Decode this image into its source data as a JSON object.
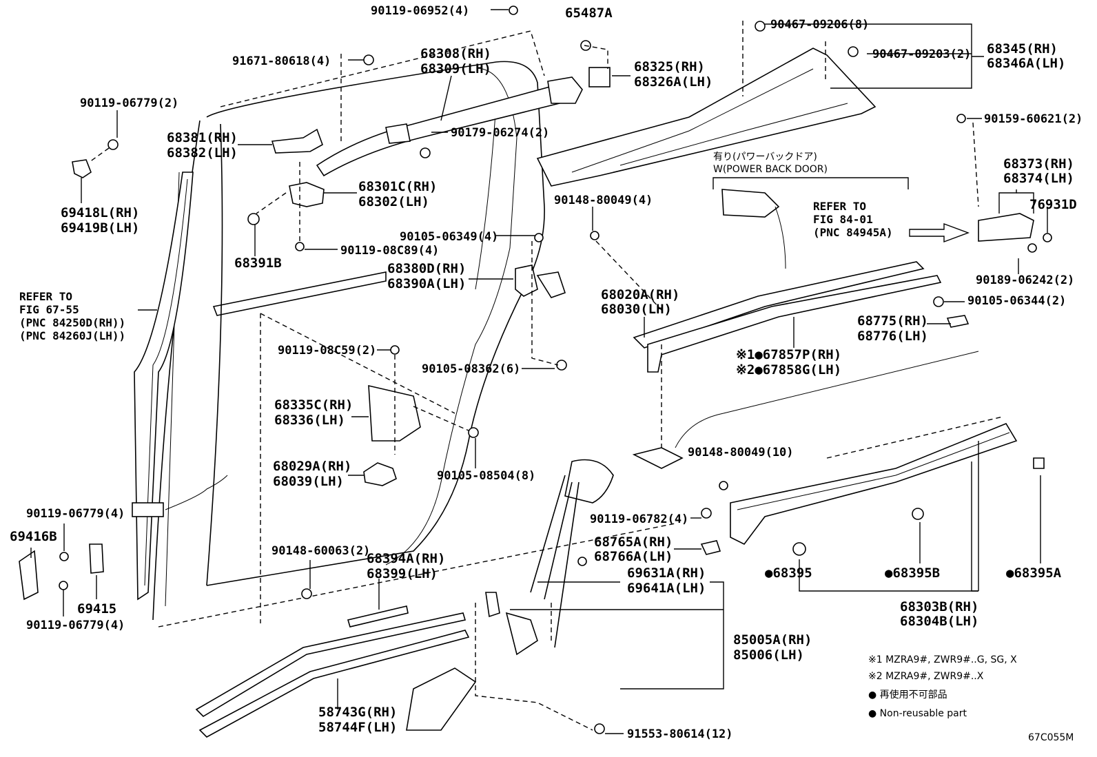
{
  "labels": {
    "p1": "90119-06952(4)",
    "p2": "65487A",
    "p3": "90467-09206(8)",
    "p4": "91671-80618(4)",
    "p5a": "68308(RH)",
    "p5b": "68309(LH)",
    "p6a": "68325(RH)",
    "p6b": "68326A(LH)",
    "p7": "90467-09203(2)",
    "p8a": "68345(RH)",
    "p8b": "68346A(LH)",
    "p9": "90119-06779(2)",
    "p10": "90159-60621(2)",
    "p11a": "68381(RH)",
    "p11b": "68382(LH)",
    "p12": "90179-06274(2)",
    "p13a": "有り(パワーバックドア)",
    "p13b": "W(POWER BACK DOOR)",
    "p14a": "68373(RH)",
    "p14b": "68374(LH)",
    "p15a": "68301C(RH)",
    "p15b": "68302(LH)",
    "p16a": "69418L(RH)",
    "p16b": "69419B(LH)",
    "p17": "90148-80049(4)",
    "p18a": "REFER TO",
    "p18b": "FIG 84-01",
    "p18c": "(PNC 84945A)",
    "p19": "76931D",
    "p20": "68391B",
    "p21": "90105-06349(4)",
    "p22": "90119-08C89(4)",
    "p23a": "68380D(RH)",
    "p23b": "68390A(LH)",
    "p24": "90189-06242(2)",
    "p25a": "REFER TO",
    "p25b": "FIG 67-55",
    "p25c": "(PNC 84250D(RH))",
    "p25d": "(PNC 84260J(LH))",
    "p26a": "68020A(RH)",
    "p26b": "68030(LH)",
    "p27": "90105-06344(2)",
    "p28a": "68775(RH)",
    "p28b": "68776(LH)",
    "p29": "90119-08C59(2)",
    "p30": "90105-08362(6)",
    "p31a": "※1●67857P(RH)",
    "p31b": "※2●67858G(LH)",
    "p32a": "68335C(RH)",
    "p32b": "68336(LH)",
    "p33": "90148-80049(10)",
    "p34a": "68029A(RH)",
    "p34b": "68039(LH)",
    "p35": "90105-08504(8)",
    "p36": "90119-06779(4)",
    "p37": "90119-06782(4)",
    "p38": "69416B",
    "p39a": "68765A(RH)",
    "p39b": "68766A(LH)",
    "p40": "90148-60063(2)",
    "p41a": "68394A(RH)",
    "p41b": "68399(LH)",
    "p42a": "69631A(RH)",
    "p42b": "69641A(LH)",
    "p43": "●68395",
    "p44": "●68395B",
    "p45": "●68395A",
    "p46": "69415",
    "p47": "90119-06779(4)",
    "p48a": "68303B(RH)",
    "p48b": "68304B(LH)",
    "p49a": "85005A(RH)",
    "p49b": "85006(LH)",
    "p50a": "58743G(RH)",
    "p50b": "58744F(LH)",
    "p51": "91553-80614(12)"
  },
  "notes": {
    "n1": "※1 MZRA9#, ZWR9#..G, SG, X",
    "n2": "※2 MZRA9#, ZWR9#..X",
    "n3": "● 再使用不可部品",
    "n4": "● Non-reusable part"
  },
  "figure_code": "67C055M"
}
